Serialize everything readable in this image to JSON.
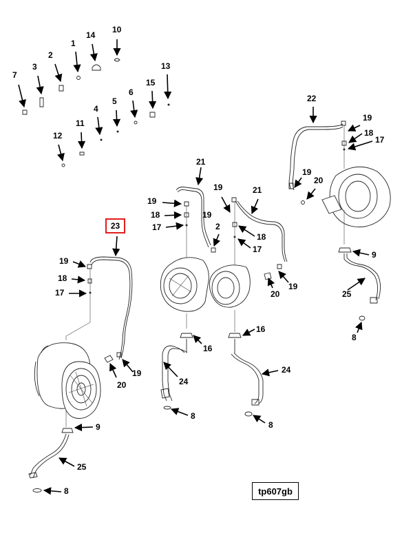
{
  "highlighted_label": "23",
  "image_code": "tp607gb",
  "fastener_callouts": [
    "7",
    "3",
    "2",
    "1",
    "14",
    "10",
    "13",
    "15",
    "6",
    "5",
    "4",
    "11",
    "12"
  ],
  "group_left": [
    "19",
    "18",
    "17",
    "19",
    "20",
    "9",
    "25",
    "8"
  ],
  "group_center_left": [
    "21",
    "19",
    "18",
    "17",
    "2",
    "16",
    "24",
    "8"
  ],
  "group_center_right": [
    "19",
    "21",
    "18",
    "17",
    "19",
    "20",
    "16",
    "24",
    "8"
  ],
  "group_right": [
    "22",
    "19",
    "18",
    "17",
    "19",
    "20",
    "9",
    "25",
    "8"
  ]
}
